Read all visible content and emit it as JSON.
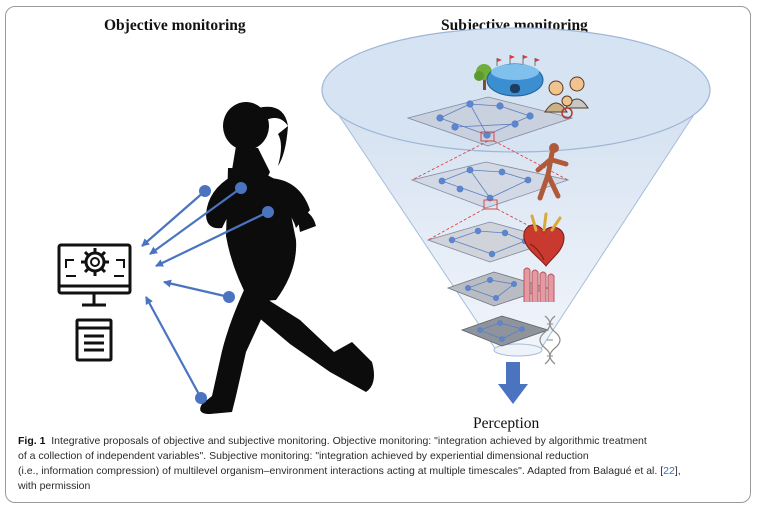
{
  "titles": {
    "objective": "Objective monitoring",
    "subjective": "Subjective monitoring"
  },
  "perception_label": "Perception",
  "caption": {
    "label": "Fig. 1",
    "line1": "Integrative proposals of objective and subjective monitoring. Objective monitoring: \"integration achieved by algorithmic treatment",
    "line2": "of a collection of independent variables\". Subjective monitoring: \"integration achieved by experiential dimensional reduction",
    "line3a": "(i.e., information compression) of multilevel organism–environment interactions acting at multiple timescales\". Adapted from Balagué et al. [",
    "ref": "22",
    "line3b": "],",
    "line4": "with permission"
  },
  "colors": {
    "arrow_blue": "#4a74c0",
    "silhouette": "#0c0c0c",
    "funnel_fill": "#dde7f3",
    "funnel_edge": "#9fb6d6"
  },
  "icons": [
    "computer-gear-icon",
    "document-icon",
    "stadium-icon",
    "tree-icon",
    "people-icon",
    "muscle-figure-icon",
    "heart-icon",
    "cells-icon",
    "dna-icon",
    "down-arrow-icon"
  ]
}
